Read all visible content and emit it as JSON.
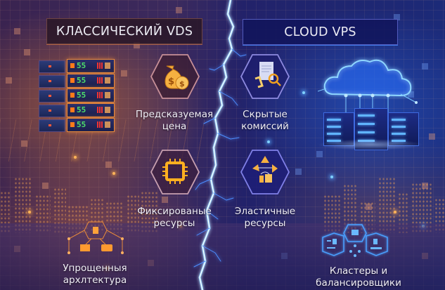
{
  "left": {
    "title": "КЛАССИЧЕСКИЙ VDS",
    "theme_color": "#ff9a3c",
    "server_display_text": "55",
    "features": [
      {
        "icon": "money-bag-icon",
        "line1": "Предсказуемая",
        "line2": "цена"
      },
      {
        "icon": "cpu-chip-icon",
        "line1": "Фиксированые",
        "line2": "ресурсы"
      },
      {
        "icon": "simple-architecture-icon",
        "line1": "Упрощенныя",
        "line2": "арxлтектура"
      }
    ]
  },
  "right": {
    "title": "CLOUD VPS",
    "theme_color": "#3f7bff",
    "features": [
      {
        "icon": "document-search-icon",
        "line1": "Скрытые",
        "line2": "комиссий"
      },
      {
        "icon": "elastic-resources-icon",
        "line1": "Эластичные",
        "line2": "ресурсы"
      },
      {
        "icon": "cluster-balancer-icon",
        "line1": "Кластеры и",
        "line2": "балансировщики"
      }
    ]
  },
  "divider": {
    "icon": "lightning-bolt-icon",
    "color": "#6fb6ff"
  }
}
